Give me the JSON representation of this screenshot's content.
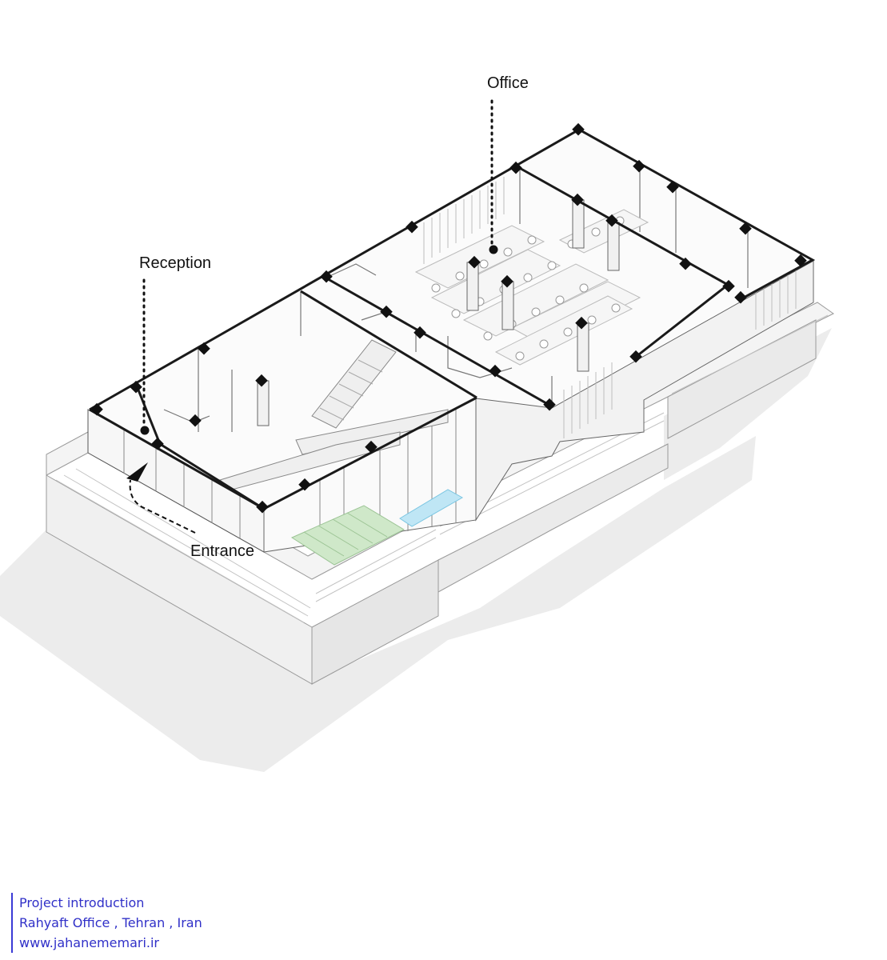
{
  "labels": {
    "office": "Office",
    "reception": "Reception",
    "entrance": "Entrance"
  },
  "credits": {
    "line1": "Project introduction",
    "line2": "Rahyaft Office , Tehran , Iran",
    "line3": "www.jahanememari.ir"
  },
  "colors": {
    "ink": "#111111",
    "credit_text": "#3030c8",
    "stair_green": "#cfe8c9",
    "pool_blue": "#bfe6f5",
    "shadow": "#e9e9e9"
  }
}
